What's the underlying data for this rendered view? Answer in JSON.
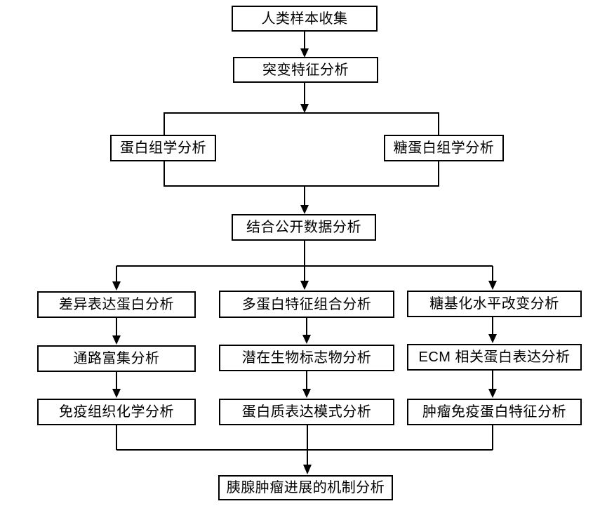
{
  "diagram": {
    "type": "flowchart",
    "colors": {
      "background": "#ffffff",
      "line": "#000000",
      "box_border": "#000000",
      "box_fill": "#ffffff",
      "text": "#000000"
    },
    "nodes": {
      "human_sample_collection": {
        "label": "人类样本收集"
      },
      "mutation_signature": {
        "label": "突变特征分析"
      },
      "proteomics": {
        "label": "蛋白组学分析"
      },
      "glycoproteomics": {
        "label": "糖蛋白组学分析"
      },
      "public_data": {
        "label": "结合公开数据分析"
      },
      "differential_expression": {
        "label": "差异表达蛋白分析"
      },
      "multi_protein_signature": {
        "label": "多蛋白特征组合分析"
      },
      "glycosylation_change": {
        "label": "糖基化水平改变分析"
      },
      "pathway_enrichment": {
        "label": "通路富集分析"
      },
      "potential_biomarker": {
        "label": "潜在生物标志物分析"
      },
      "ecm_protein_expression": {
        "label": "ECM 相关蛋白表达分析"
      },
      "immunohistochemistry": {
        "label": "免疫组织化学分析"
      },
      "protein_expression_pattern": {
        "label": "蛋白质表达模式分析"
      },
      "tumor_immune_protein": {
        "label": "肿瘤免疫蛋白特征分析"
      },
      "mechanism_conclusion": {
        "label": "胰腺肿瘤进展的机制分析"
      }
    },
    "edges": [
      "human_sample_collection -> mutation_signature",
      "mutation_signature -> proteomics",
      "mutation_signature -> glycoproteomics",
      "proteomics -> public_data",
      "glycoproteomics -> public_data",
      "public_data -> differential_expression",
      "public_data -> multi_protein_signature",
      "public_data -> glycosylation_change",
      "differential_expression -> pathway_enrichment",
      "pathway_enrichment -> immunohistochemistry",
      "multi_protein_signature -> potential_biomarker",
      "potential_biomarker -> protein_expression_pattern",
      "glycosylation_change -> ecm_protein_expression",
      "ecm_protein_expression -> tumor_immune_protein",
      "immunohistochemistry -> mechanism_conclusion",
      "protein_expression_pattern -> mechanism_conclusion",
      "tumor_immune_protein -> mechanism_conclusion"
    ]
  }
}
